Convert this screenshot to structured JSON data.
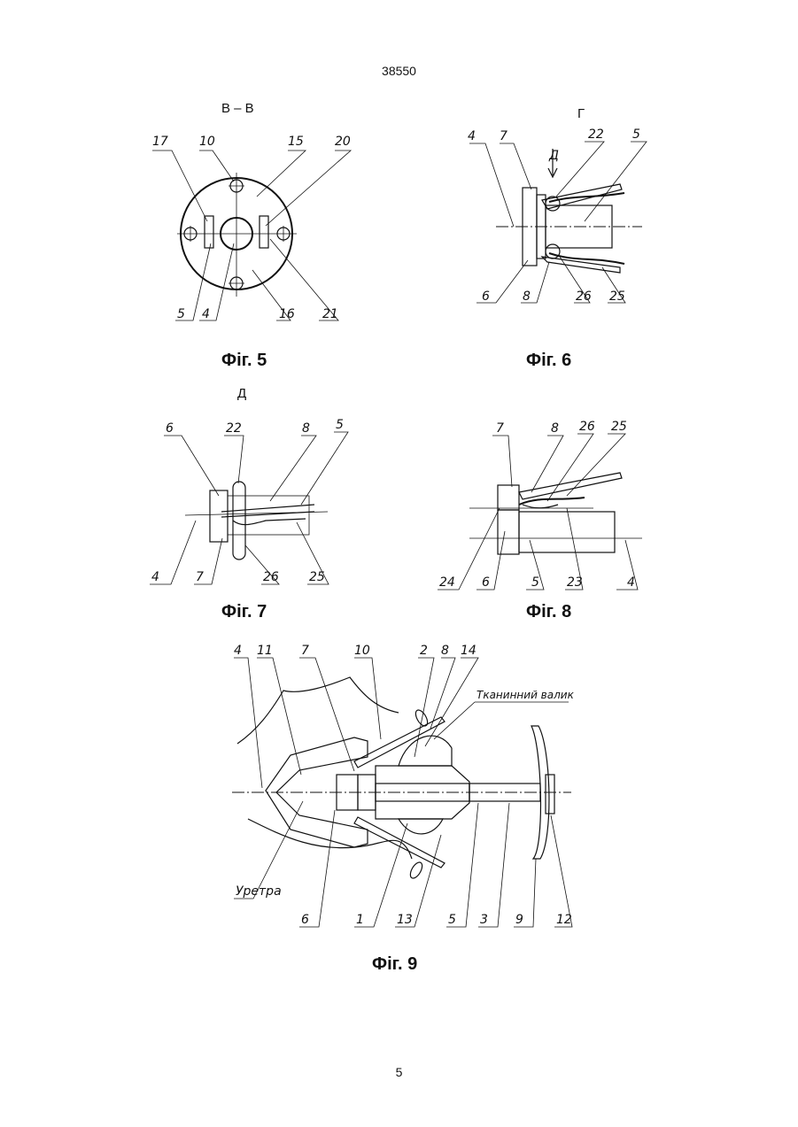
{
  "page": {
    "number_top": "38550",
    "number_bottom": "5"
  },
  "fig5": {
    "view": "B – B",
    "caption": "Фіг. 5",
    "labels": {
      "l17": "17",
      "l10": "10",
      "l15": "15",
      "l20": "20",
      "l5": "5",
      "l4": "4",
      "l16": "16",
      "l21": "21"
    }
  },
  "fig6": {
    "view": "Г",
    "caption": "Фіг. 6",
    "labels": {
      "l4": "4",
      "l7": "7",
      "lD": "Д",
      "l22": "22",
      "l5": "5",
      "l6": "6",
      "l8": "8",
      "l26": "26",
      "l25": "25"
    }
  },
  "fig7": {
    "view": "Д",
    "caption": "Фіг. 7",
    "labels": {
      "l6": "6",
      "l22": "22",
      "l8": "8",
      "l5": "5",
      "l4": "4",
      "l7": "7",
      "l26": "26",
      "l25": "25"
    }
  },
  "fig8": {
    "caption": "Фіг. 8",
    "labels": {
      "l7": "7",
      "l8": "8",
      "l26": "26",
      "l25": "25",
      "l24": "24",
      "l6": "6",
      "l5": "5",
      "l23": "23",
      "l4": "4"
    }
  },
  "fig9": {
    "caption": "Фіг. 9",
    "labels": {
      "l4": "4",
      "l11": "11",
      "l7": "7",
      "l10": "10",
      "l2": "2",
      "l8": "8",
      "l14": "14",
      "tissue": "Тканинний валик",
      "urethra": "Уретра",
      "l6": "6",
      "l1": "1",
      "l13": "13",
      "l5": "5",
      "l3": "3",
      "l9": "9",
      "l12": "12"
    }
  }
}
